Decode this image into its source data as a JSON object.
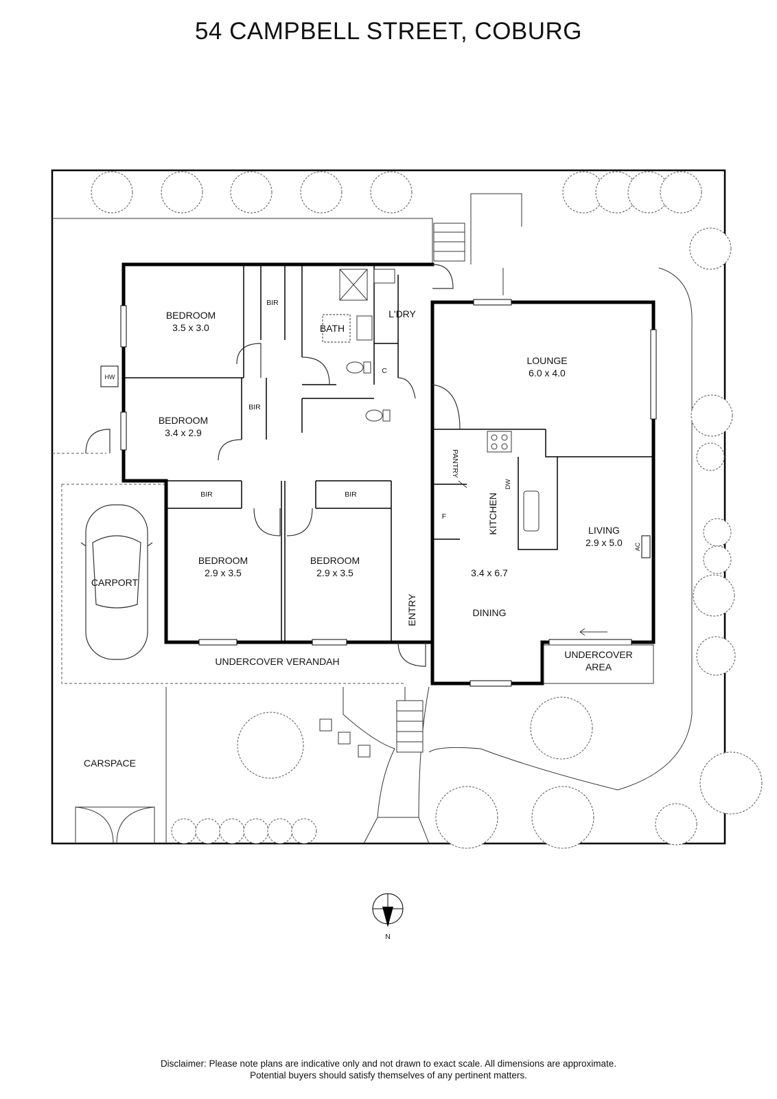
{
  "title": "54 CAMPBELL STREET, COBURG",
  "rooms": {
    "bedroom1": {
      "name": "BEDROOM",
      "size": "3.5 x 3.0"
    },
    "bedroom2": {
      "name": "BEDROOM",
      "size": "3.4 x 2.9"
    },
    "bedroom3": {
      "name": "BEDROOM",
      "size": "2.9 x 3.5"
    },
    "bedroom4": {
      "name": "BEDROOM",
      "size": "2.9 x 3.5"
    },
    "lounge": {
      "name": "LOUNGE",
      "size": "6.0 x 4.0"
    },
    "living": {
      "name": "LIVING",
      "size": "2.9 x 5.0"
    },
    "kitchen": {
      "name": "KITCHEN"
    },
    "dining": {
      "name": "DINING",
      "size": "3.4 x 6.7"
    },
    "bath": {
      "name": "BATH"
    },
    "laundry": {
      "name": "L'DRY"
    },
    "entry": {
      "name": "ENTRY"
    },
    "pantry": {
      "name": "PANTRY"
    }
  },
  "small_labels": {
    "bir": "BIR",
    "hw": "HW",
    "c": "C",
    "f": "F",
    "dw": "DW",
    "ac": "AC"
  },
  "outdoor": {
    "carport": "CARPORT",
    "carspace": "CARSPACE",
    "verandah": "UNDERCOVER VERANDAH",
    "undercover_area_line1": "UNDERCOVER",
    "undercover_area_line2": "AREA"
  },
  "compass": {
    "label": "N"
  },
  "disclaimer": {
    "line1": "Disclaimer: Please note plans are indicative only and not drawn to exact scale. All dimensions are approximate.",
    "line2": "Potential buyers should satisfy themselves of any pertinent matters."
  }
}
